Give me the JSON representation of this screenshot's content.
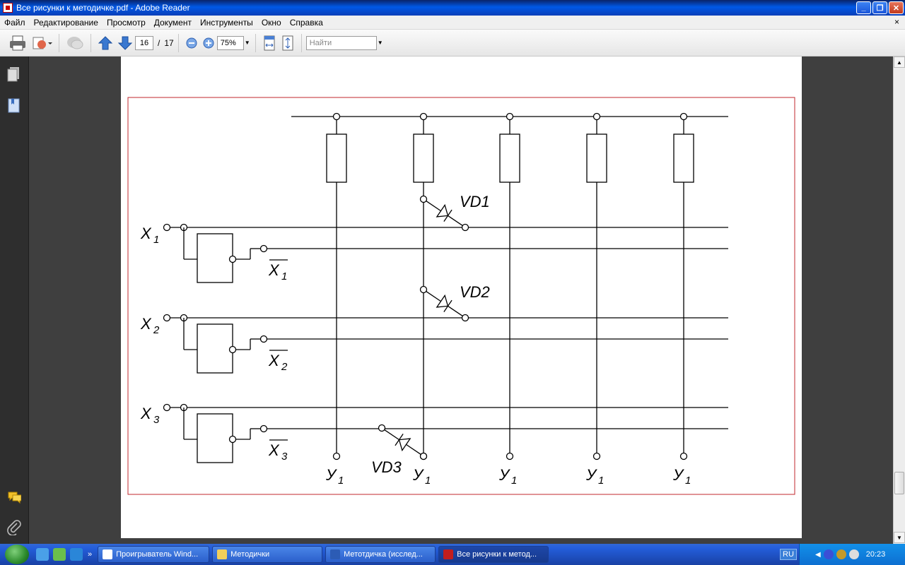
{
  "window": {
    "title": "Все рисунки к методичке.pdf - Adobe Reader"
  },
  "menu": [
    "Файл",
    "Редактирование",
    "Просмотр",
    "Документ",
    "Инструменты",
    "Окно",
    "Справка"
  ],
  "menu_close": "×",
  "toolbar": {
    "page_current": "16",
    "page_sep": "/",
    "page_total": "17",
    "zoom": "75%",
    "find_placeholder": "Найти"
  },
  "diagram": {
    "inputs": [
      "X",
      "X",
      "X"
    ],
    "input_subs": [
      "1",
      "2",
      "3"
    ],
    "inverted_subs": [
      "1",
      "2",
      "3"
    ],
    "outputs": [
      "У",
      "У",
      "У",
      "У",
      "У"
    ],
    "output_subs": [
      "1",
      "1",
      "1",
      "1",
      "1"
    ],
    "diodes": [
      "VD1",
      "VD2",
      "VD3"
    ]
  },
  "taskbar": {
    "buttons": [
      "Проигрыватель Wind...",
      "Методички",
      "Метотдичка (исслед...",
      "Все рисунки к метод..."
    ],
    "lang": "RU",
    "clock": "20:23"
  }
}
